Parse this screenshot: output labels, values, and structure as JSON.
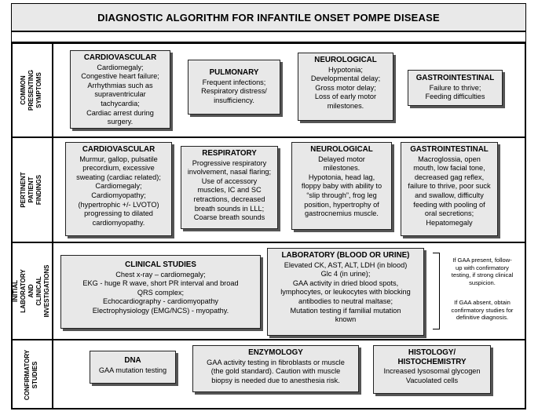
{
  "title": "DIAGNOSTIC ALGORITHM FOR INFANTILE ONSET POMPE DISEASE",
  "rows": {
    "symptoms": {
      "label": "COMMON PRESENTING\nSYMPTOMS",
      "boxes": [
        {
          "heading": "CARDIOVASCULAR",
          "body": "Cardiomegaly;\nCongestive heart failure;\nArrhythmias such as\nsupraventricular\ntachycardia;\nCardiac arrest during\nsurgery."
        },
        {
          "heading": "PULMONARY",
          "body": "Frequent infections;\nRespiratory distress/\ninsufficiency."
        },
        {
          "heading": "NEUROLOGICAL",
          "body": "Hypotonia;\nDevelopmental delay;\nGross motor delay;\nLoss of early motor\nmilestones."
        },
        {
          "heading": "GASTROINTESTINAL",
          "body": "Failure to thrive;\nFeeding difficulties"
        }
      ]
    },
    "findings": {
      "label": "PERTINENT PATIENT\nFINDINGS",
      "boxes": [
        {
          "heading": "CARDIOVASCULAR",
          "body": "Murmur, gallop, pulsatile\nprecordium, excessive\nsweating (cardiac related);\nCardiomegaly;\nCardiomyopathy;\n(hypertrophic +/- LVOTO)\nprogressing to dilated\ncardiomyopathy."
        },
        {
          "heading": "RESPIRATORY",
          "body": "Progressive respiratory\ninvolvement, nasal flaring;\nUse of accessory\nmuscles, IC and SC\nretractions, decreased\nbreath sounds in LLL;\nCoarse breath sounds"
        },
        {
          "heading": "NEUROLOGICAL",
          "body": "Delayed motor\nmilestones.\nHypotonia, head lag,\nfloppy baby with ability to\n“slip through”, frog leg\nposition, hypertrophy of\ngastrocnemius muscle."
        },
        {
          "heading": "GASTROINTESTINAL",
          "body": "Macroglossia, open\nmouth, low facial tone,\ndecreased gag reflex,\nfailure to thrive, poor suck\nand swallow, difficulty\nfeeding with pooling of\noral secretions;\nHepatomegaly"
        }
      ]
    },
    "investigations": {
      "label": "INITIAL LABORATORY AND\nCLINICAL INVESTIGATIONS",
      "boxes": [
        {
          "heading": "CLINICAL STUDIES",
          "body": "Chest x-ray – cardiomegaly;\nEKG - huge R wave, short PR interval and broad\nQRS complex;\nEchocardiography - cardiomyopathy\nElectrophysiology (EMG/NCS) - myopathy."
        },
        {
          "heading": "LABORATORY (BLOOD OR URINE)",
          "body": "Elevated CK, AST, ALT, LDH (in blood)\nGlc 4 (in urine);\nGAA activity in dried blood spots,\nlymphocytes, or leukocytes with blocking\nantibodies to neutral maltase;\nMutation testing if familial mutation\nknown"
        }
      ],
      "notes": [
        "If GAA present, follow-\nup with confirmatory\ntesting, if strong clinical\nsuspicion.",
        "If GAA absent, obtain\nconfirmatory studies for\ndefinitive diagnosis."
      ]
    },
    "confirmatory": {
      "label": "CONFIRMATORY\nSTUDIES",
      "boxes": [
        {
          "heading": "DNA",
          "body": "GAA mutation testing"
        },
        {
          "heading": "ENZYMOLOGY",
          "body": "GAA activity testing in fibroblasts or muscle\n(the gold standard). Caution with muscle\nbiopsy is needed due to anesthesia risk."
        },
        {
          "heading": "HISTOLOGY/\nHISTOCHEMISTRY",
          "body": "Increased lysosomal glycogen\nVacuolated cells"
        }
      ]
    }
  }
}
